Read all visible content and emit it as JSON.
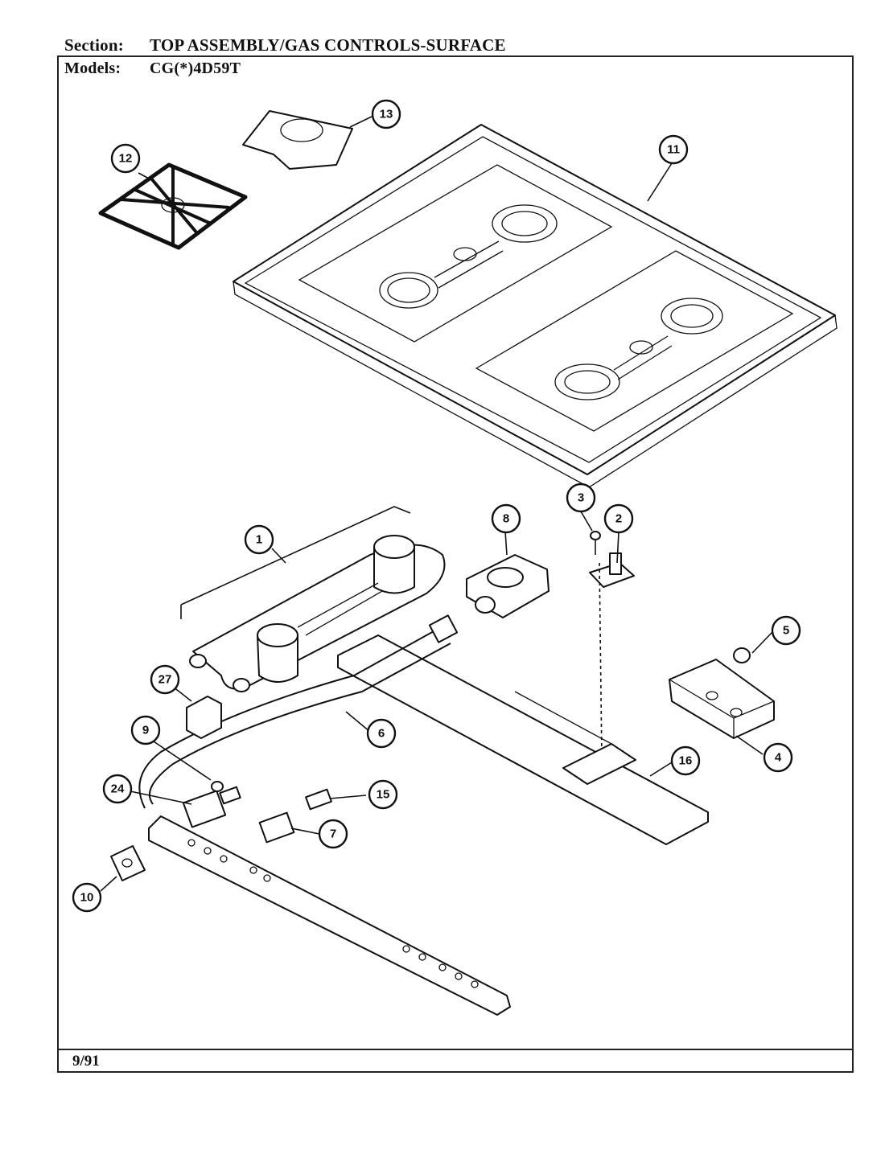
{
  "header": {
    "section_label": "Section:",
    "section_value": "TOP ASSEMBLY/GAS CONTROLS-SURFACE",
    "models_label": "Models:",
    "models_value": "CG(*)4D59T"
  },
  "footer": {
    "date": "9/91"
  },
  "callouts": [
    "1",
    "2",
    "3",
    "4",
    "5",
    "6",
    "7",
    "8",
    "9",
    "10",
    "11",
    "12",
    "13",
    "15",
    "16",
    "24",
    "27"
  ]
}
